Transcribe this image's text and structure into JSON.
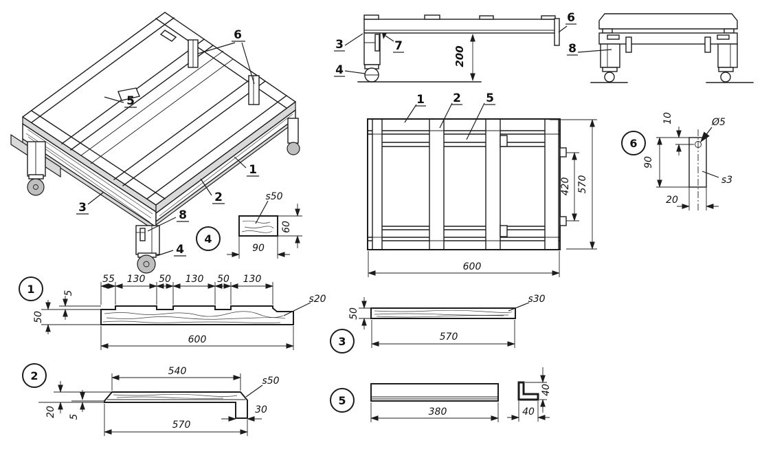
{
  "isometric": {
    "callouts": {
      "c1": "1",
      "c2": "2",
      "c3": "3",
      "c4": "4",
      "c5": "5",
      "c6": "6",
      "c8": "8"
    }
  },
  "side_view": {
    "callouts": {
      "c3": "3",
      "c4": "4",
      "c6": "6",
      "c7": "7"
    },
    "dims": {
      "height": "200"
    }
  },
  "end_view": {
    "callouts": {
      "c8": "8"
    }
  },
  "plan_view": {
    "callouts": {
      "c1": "1",
      "c2": "2",
      "c5": "5"
    },
    "dims": {
      "length": "600",
      "width": "570",
      "tab_spacing": "420"
    }
  },
  "detail_4": {
    "balloon": "4",
    "dims": {
      "thickness": "s50",
      "width": "90",
      "height": "60"
    }
  },
  "detail_6": {
    "balloon": "6",
    "dims": {
      "hole_dia": "Ø5",
      "hole_offset": "10",
      "height": "90",
      "width": "20",
      "thickness": "s3"
    }
  },
  "part_1": {
    "balloon": "1",
    "dims": {
      "top": [
        "55",
        "130",
        "50",
        "130",
        "50",
        "130"
      ],
      "step": "5",
      "height": "50",
      "length": "600",
      "thickness": "s20"
    }
  },
  "part_2": {
    "balloon": "2",
    "dims": {
      "top_length": "540",
      "bottom_length": "570",
      "height": "20",
      "step": "5",
      "notch": "30",
      "thickness": "s50"
    }
  },
  "part_3": {
    "balloon": "3",
    "dims": {
      "height": "50",
      "length": "570",
      "thickness": "s30"
    }
  },
  "part_5": {
    "balloon": "5",
    "dims": {
      "length": "380",
      "leg_height": "40",
      "leg_width": "40"
    }
  }
}
